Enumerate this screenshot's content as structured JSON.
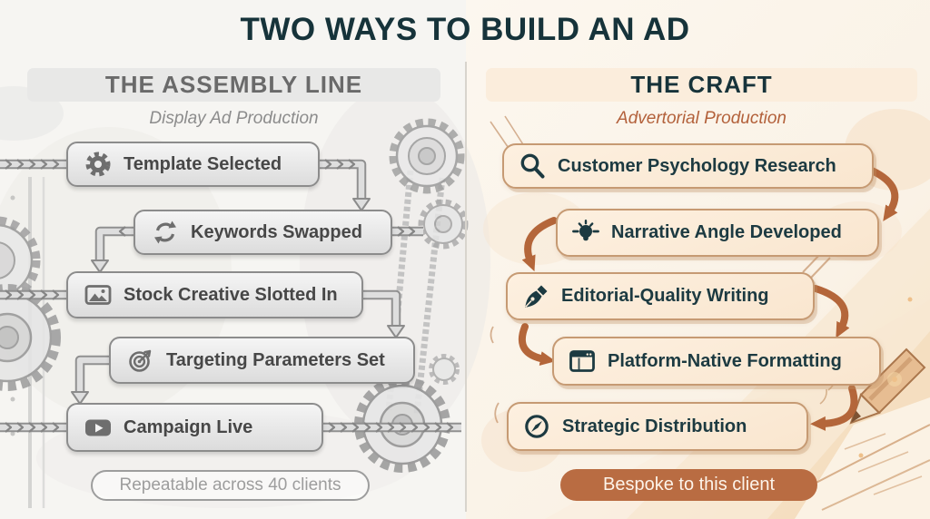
{
  "title": "TWO WAYS TO BUILD AN AD",
  "left_panel": {
    "title": "THE ASSEMBLY LINE",
    "subtitle": "Display Ad Production",
    "steps": [
      {
        "icon": "gear-icon",
        "label": "Template Selected"
      },
      {
        "icon": "swap-arrows-icon",
        "label": "Keywords Swapped"
      },
      {
        "icon": "stock-image-icon",
        "label": "Stock Creative Slotted In"
      },
      {
        "icon": "target-icon",
        "label": "Targeting Parameters Set"
      },
      {
        "icon": "play-button-icon",
        "label": "Campaign Live"
      }
    ],
    "footer_badge": "Repeatable across 40 clients"
  },
  "right_panel": {
    "title": "THE CRAFT",
    "subtitle": "Advertorial Production",
    "steps": [
      {
        "icon": "magnifier-icon",
        "label": "Customer Psychology Research"
      },
      {
        "icon": "lightbulb-icon",
        "label": "Narrative Angle Developed"
      },
      {
        "icon": "pen-nib-icon",
        "label": "Editorial-Quality Writing"
      },
      {
        "icon": "browser-window-icon",
        "label": "Platform-Native Formatting"
      },
      {
        "icon": "compass-icon",
        "label": "Strategic Distribution"
      }
    ],
    "footer_badge": "Bespoke to this client"
  },
  "colors": {
    "title_text": "#16333a",
    "left_heading_bg": "#e8e8e7",
    "left_heading_text": "#6a6a6a",
    "left_subtitle_text": "#8c8c8c",
    "left_box_border": "#8c8c8c",
    "left_box_text": "#474747",
    "left_icon": "#6e6e6e",
    "left_pill_border": "#9d9d9d",
    "right_heading_bg": "#fbeddc",
    "right_heading_text": "#17333a",
    "right_subtitle_text": "#b3613b",
    "right_box_bg": "#fcecd9",
    "right_box_border": "#c69a73",
    "right_box_text": "#1c3a41",
    "right_arrow": "#b4663a",
    "right_pill_bg": "#b96c42",
    "right_pill_text": "#fdf4ea"
  }
}
